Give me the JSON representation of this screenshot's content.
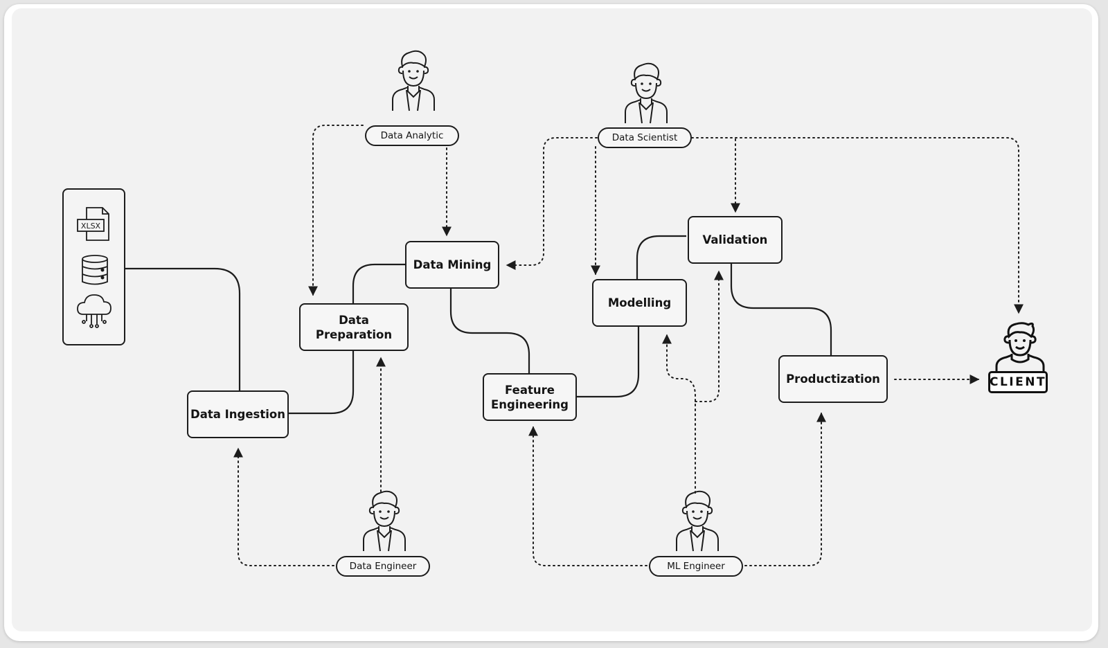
{
  "nodes": {
    "data_ingestion": "Data Ingestion",
    "data_preparation": "Data Preparation",
    "data_mining": "Data Mining",
    "feature_engineering": "Feature Engineering",
    "modelling": "Modelling",
    "validation": "Validation",
    "productization": "Productization"
  },
  "roles": {
    "data_analytic": "Data Analytic",
    "data_scientist": "Data Scientist",
    "data_engineer": "Data Engineer",
    "ml_engineer": "ML Engineer"
  },
  "sources": {
    "xlsx_label": "XLSX",
    "icons": [
      "xlsx-file-icon",
      "database-icon",
      "cloud-network-icon"
    ]
  },
  "client": {
    "label": "CLIENT",
    "icon": "client-person-icon"
  },
  "colors": {
    "stroke": "#1c1c1c",
    "canvas": "#f2f2f2",
    "node_fill": "#f6f6f6"
  }
}
